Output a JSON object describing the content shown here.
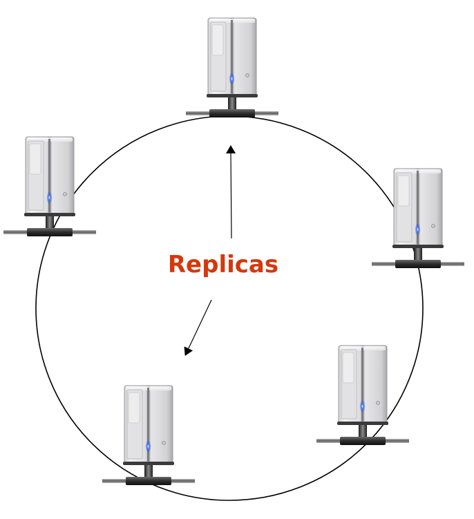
{
  "label": {
    "text": "Replicas",
    "color": "#d4380d"
  },
  "nodes": [
    {
      "name": "server-top"
    },
    {
      "name": "server-left"
    },
    {
      "name": "server-right"
    },
    {
      "name": "server-bottom-right"
    },
    {
      "name": "server-bottom-left"
    }
  ],
  "ring": {
    "color": "#000000"
  },
  "icons": [
    "server-icon",
    "network-connector-icon",
    "arrow-icon"
  ]
}
